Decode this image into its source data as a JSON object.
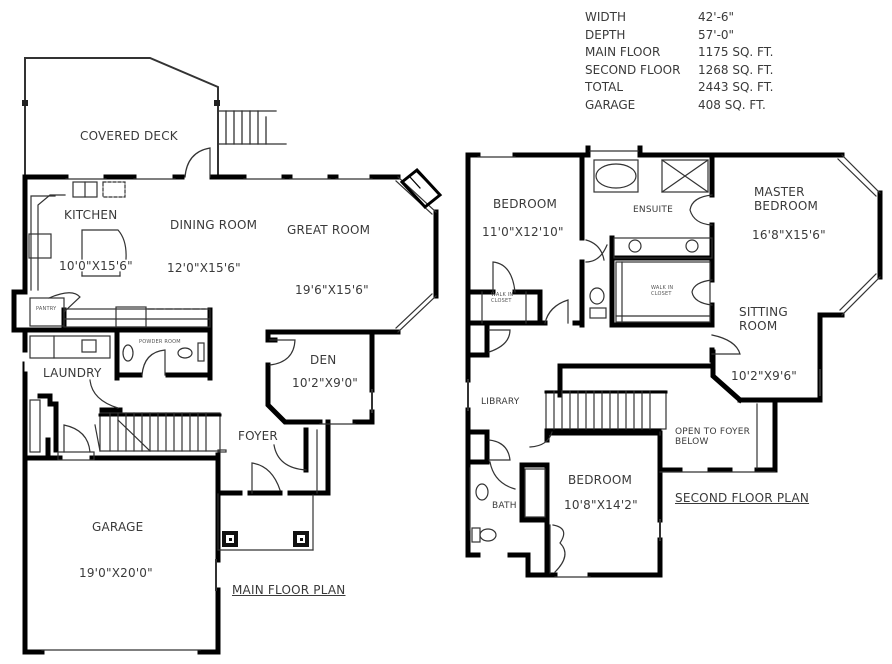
{
  "stats": [
    {
      "label": "WIDTH",
      "value": "42'-6\""
    },
    {
      "label": "DEPTH",
      "value": "57'-0\""
    },
    {
      "label": "MAIN FLOOR",
      "value": "1175 SQ. FT."
    },
    {
      "label": "SECOND FLOOR",
      "value": "1268 SQ. FT."
    },
    {
      "label": "TOTAL",
      "value": "2443 SQ. FT."
    },
    {
      "label": "GARAGE",
      "value": "408 SQ. FT."
    }
  ],
  "main_floor": {
    "title": "MAIN FLOOR PLAN",
    "rooms": {
      "covered_deck": {
        "name": "COVERED DECK"
      },
      "kitchen": {
        "name": "KITCHEN",
        "size": "10'0\"X15'6\""
      },
      "dining_room": {
        "name": "DINING ROOM",
        "size": "12'0\"X15'6\""
      },
      "great_room": {
        "name": "GREAT ROOM",
        "size": "19'6\"X15'6\""
      },
      "pantry": {
        "name": "PANTRY"
      },
      "powder_room": {
        "name": "POWDER ROOM"
      },
      "laundry": {
        "name": "LAUNDRY"
      },
      "den": {
        "name": "DEN",
        "size": "10'2\"X9'0\""
      },
      "foyer": {
        "name": "FOYER"
      },
      "garage": {
        "name": "GARAGE",
        "size": "19'0\"X20'0\""
      }
    }
  },
  "second_floor": {
    "title": "SECOND FLOOR PLAN",
    "rooms": {
      "bedroom_1": {
        "name": "BEDROOM",
        "size": "11'0\"X12'10\""
      },
      "walk_in_closet_1": {
        "name": "WALK IN CLOSET"
      },
      "ensuite": {
        "name": "ENSUITE"
      },
      "walk_in_closet_2": {
        "name": "WALK IN CLOSET"
      },
      "master_bedroom": {
        "name": "MASTER BEDROOM",
        "size": "16'8\"X15'6\""
      },
      "sitting_room": {
        "name": "SITTING ROOM",
        "size": "10'2\"X9'6\""
      },
      "library": {
        "name": "LIBRARY"
      },
      "open_to_foyer": {
        "name": "OPEN TO FOYER BELOW"
      },
      "bath": {
        "name": "BATH"
      },
      "bedroom_2": {
        "name": "BEDROOM",
        "size": "10'8\"X14'2\""
      }
    }
  }
}
